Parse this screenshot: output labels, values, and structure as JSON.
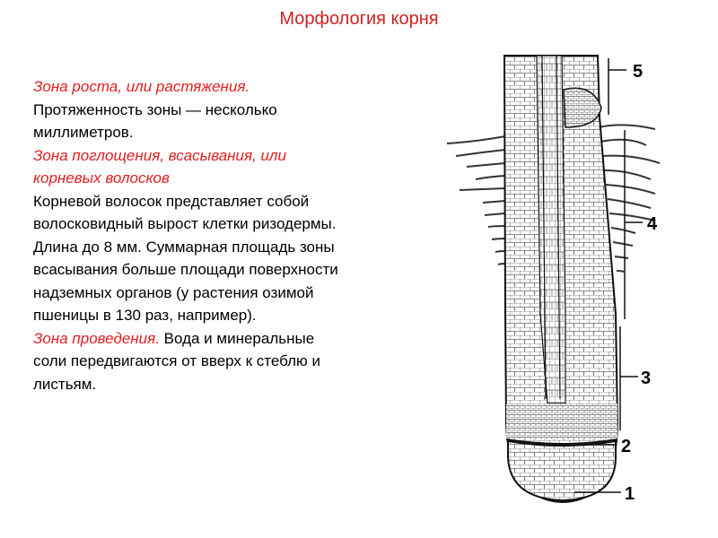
{
  "title": "Морфология корня",
  "text": {
    "zone_growth": "Зона роста, или растяжения.",
    "growth_desc": "Протяженность зоны — несколько миллиметров.",
    "zone_absorption": "Зона поглощения, всасывания, или корневых волосков",
    "absorption_desc": "Корневой волосок представляет собой волосковидный вырост клетки ризодермы. Длина до 8 мм. Суммарная площадь зоны всасывания больше площади поверхности надземных органов (у растения озимой пшеницы в 130 раз, например).",
    "zone_conduction": "Зона проведения.",
    "conduction_desc": "Вода и минеральные соли передвигаются от вверх к стеблю и листьям."
  },
  "diagram": {
    "labels": [
      "5",
      "4",
      "3",
      "2",
      "1"
    ]
  }
}
